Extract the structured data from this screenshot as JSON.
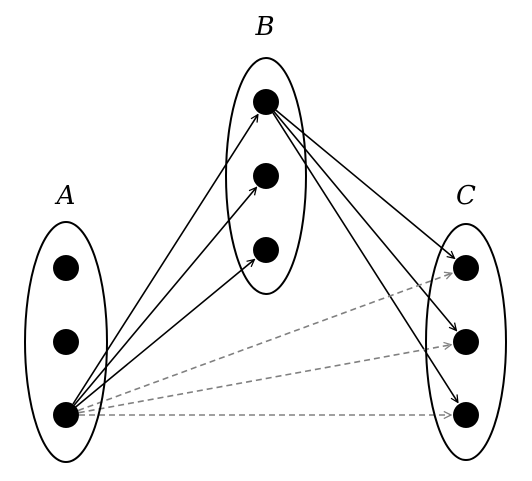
{
  "sets": [
    {
      "id": "A",
      "label": "A",
      "nodes": [
        "A1",
        "A2",
        "A3"
      ]
    },
    {
      "id": "B",
      "label": "B",
      "nodes": [
        "B1",
        "B2",
        "B3"
      ]
    },
    {
      "id": "C",
      "label": "C",
      "nodes": [
        "C1",
        "C2",
        "C3"
      ]
    }
  ],
  "edges": [
    {
      "from": "A3",
      "to": "B1",
      "style": "solid"
    },
    {
      "from": "A3",
      "to": "B2",
      "style": "solid"
    },
    {
      "from": "A3",
      "to": "B3",
      "style": "solid"
    },
    {
      "from": "B1",
      "to": "C1",
      "style": "solid"
    },
    {
      "from": "B1",
      "to": "C2",
      "style": "solid"
    },
    {
      "from": "B1",
      "to": "C3",
      "style": "solid"
    },
    {
      "from": "A3",
      "to": "C1",
      "style": "dashed"
    },
    {
      "from": "A3",
      "to": "C2",
      "style": "dashed"
    },
    {
      "from": "A3",
      "to": "C3",
      "style": "dashed"
    }
  ],
  "colors": {
    "solid_edge": "#000000",
    "dashed_edge": "#808080",
    "node": "#000000"
  }
}
